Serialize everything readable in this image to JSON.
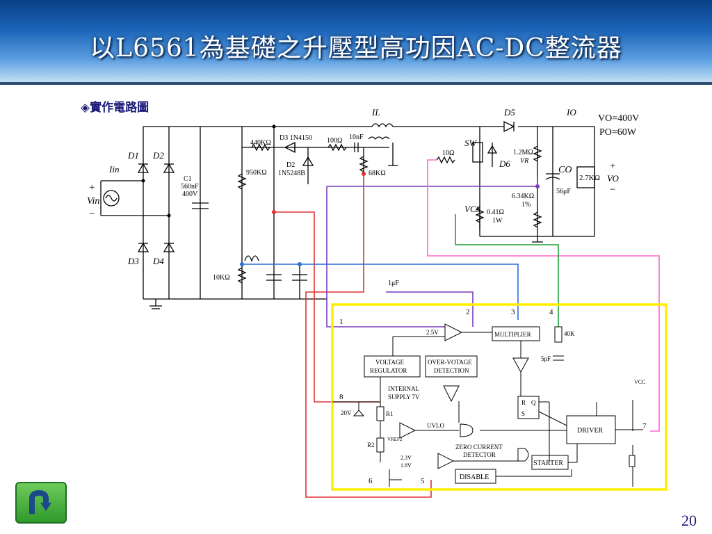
{
  "header": {
    "title": "以L6561為基礎之升壓型高功因AC-DC整流器"
  },
  "content": {
    "subtitle": "◈實作電路圖",
    "page_number": "20"
  },
  "labels": {
    "IL": "IL",
    "D5": "D5",
    "IO": "IO",
    "VO_400": "VO=400V",
    "PO_60": "PO=60W",
    "D1": "D1",
    "D2": "D2",
    "D3_": "D3",
    "D4": "D4",
    "Iin": "Iin",
    "Vin": "Vin",
    "plus": "+",
    "minus": "−",
    "C1": "C1",
    "C1v": "560nF",
    "C1r": "400V",
    "r440": "440KΩ",
    "d3": "D3 1N4150",
    "r100": "100Ω",
    "c10nF": "10nF",
    "d2z": "D2",
    "d2zn": "1N5248B",
    "r950": "950KΩ",
    "r68": "68KΩ",
    "sw": "SW",
    "r10": "10Ω",
    "d6": "D6",
    "r12": "1.2MΩ",
    "vr": "VR",
    "r634": "6.34KΩ",
    "r634b": "1%",
    "co": "CO",
    "co_v": "56μF",
    "rl": "2.7KΩ",
    "vo": "VO",
    "vcs": "VCS",
    "r041": "0.41Ω",
    "r041b": "1W",
    "r10k": "10KΩ",
    "c1u": "1μF",
    "p1": "1",
    "p2": "2",
    "p3": "3",
    "p4": "4",
    "p5": "5",
    "p6": "6",
    "p7": "7",
    "p8": "8",
    "v25": "2.5V",
    "mult": "MULTIPLIER",
    "r40k": "40K",
    "c5p": "5pF",
    "vreg1": "VOLTAGE",
    "vreg2": "REGULATOR",
    "ovd1": "OVER-VOTAGE",
    "ovd2": "DETECTION",
    "is1": "INTERNAL",
    "is2": "SUPPLY 7V",
    "z20": "20V",
    "r1": "R1",
    "r2": "R2",
    "uvlo": "UVLO",
    "vref2": "VREF2",
    "zcd1": "ZERO CURRENT",
    "zcd2": "DETECTOR",
    "v23": "2.3V",
    "v18": "1.8V",
    "disable": "DISABLE",
    "starter": "STARTER",
    "driver": "DRIVER",
    "vcc": "VCC",
    "r": "R",
    "q": "Q",
    "s": "S"
  },
  "colors": {
    "banner": "#1b64b8",
    "title": "#ffffff",
    "accent_box": "#ffee00",
    "wire_red": "#e03030",
    "wire_blue": "#2a6fd6",
    "wire_purple": "#7a3cc0",
    "wire_pink": "#ff66cc",
    "wire_green": "#1aa038"
  }
}
